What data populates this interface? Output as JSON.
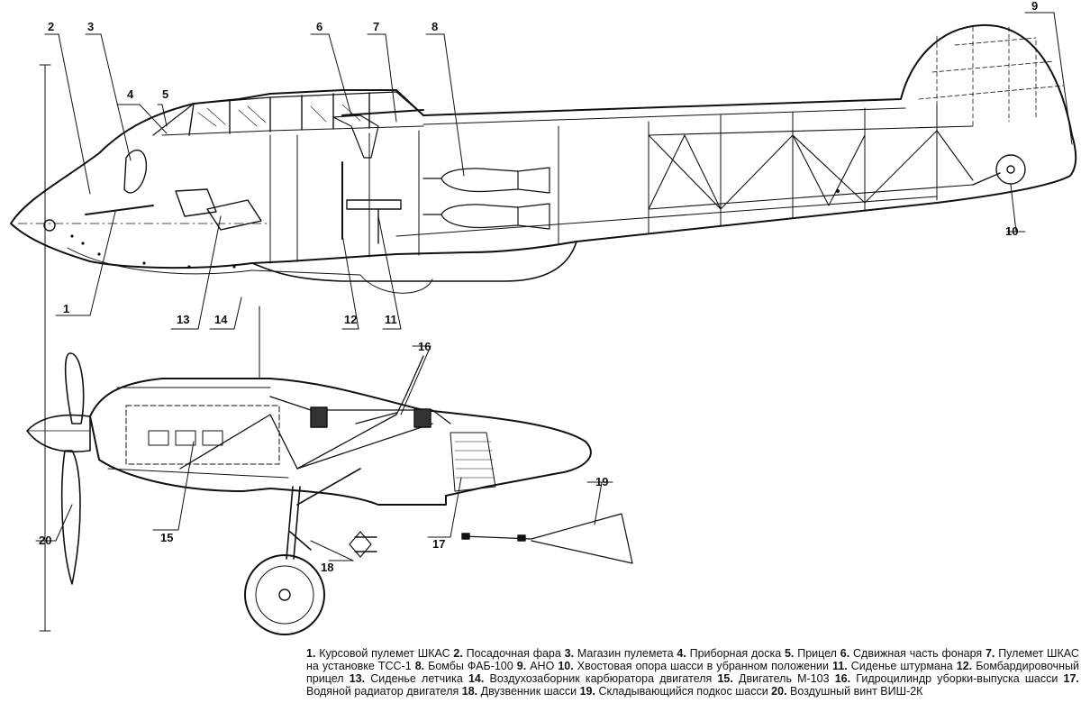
{
  "callouts": [
    "1",
    "2",
    "3",
    "4",
    "5",
    "6",
    "7",
    "8",
    "9",
    "10",
    "11",
    "12",
    "13",
    "14",
    "15",
    "16",
    "17",
    "18",
    "19",
    "20"
  ],
  "legend": [
    {
      "num": "1.",
      "text": "Курсовой пулемет ШКАС"
    },
    {
      "num": "2.",
      "text": "Посадочная фара"
    },
    {
      "num": "3.",
      "text": "Магазин пулемета"
    },
    {
      "num": "4.",
      "text": "Приборная доска"
    },
    {
      "num": "5.",
      "text": "Прицел"
    },
    {
      "num": "6.",
      "text": "Сдвижная часть фонаря"
    },
    {
      "num": "7.",
      "text": "Пулемет ШКАС на установке ТСС-1"
    },
    {
      "num": "8.",
      "text": "Бомбы ФАБ-100"
    },
    {
      "num": "9.",
      "text": "АНО"
    },
    {
      "num": "10.",
      "text": "Хвостовая опора шасси в убранном положении"
    },
    {
      "num": "11.",
      "text": "Сиденье штурмана"
    },
    {
      "num": "12.",
      "text": "Бомбардировочный прицел"
    },
    {
      "num": "13.",
      "text": "Сиденье летчика"
    },
    {
      "num": "14.",
      "text": "Воздухозаборник карбюратора двигателя"
    },
    {
      "num": "15.",
      "text": "Двигатель М-103"
    },
    {
      "num": "16.",
      "text": "Гидроцилиндр уборки-выпуска шасси"
    },
    {
      "num": "17.",
      "text": "Водяной радиатор двигателя"
    },
    {
      "num": "18.",
      "text": "Двузвенник шасси"
    },
    {
      "num": "19.",
      "text": "Складывающийся подкос шасси"
    },
    {
      "num": "20.",
      "text": "Воздушный винт ВИШ-2К"
    }
  ]
}
